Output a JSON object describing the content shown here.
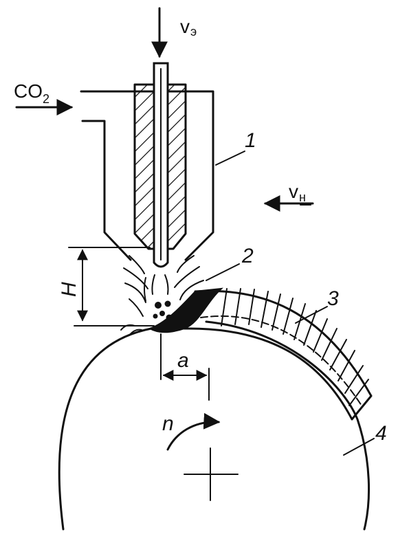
{
  "labels": {
    "feed_velocity": "v",
    "feed_velocity_sub": "э",
    "gas": "CO",
    "gas_sub": "2",
    "surfacing_velocity": "v",
    "surfacing_velocity_sub": "н",
    "height": "H",
    "offset": "a",
    "rotation": "n",
    "callout_1": "1",
    "callout_2": "2",
    "callout_3": "3",
    "callout_4": "4"
  }
}
